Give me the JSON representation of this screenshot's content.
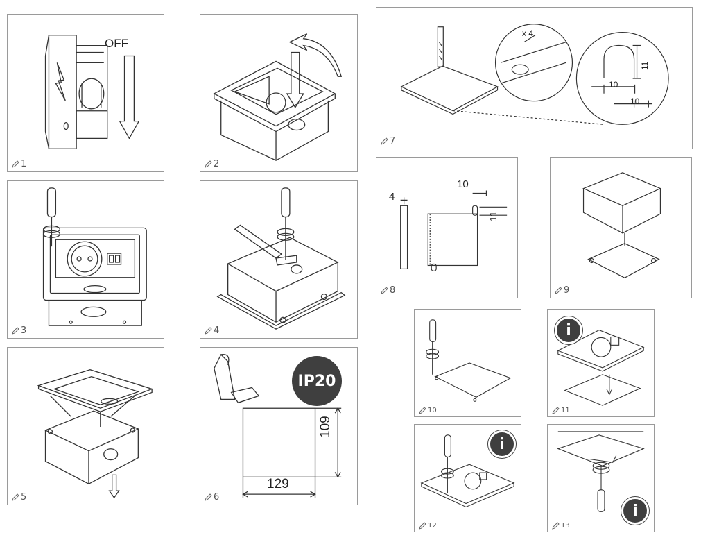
{
  "steps": [
    {
      "number": "1",
      "label": "OFF"
    },
    {
      "number": "2"
    },
    {
      "number": "3"
    },
    {
      "number": "4"
    },
    {
      "number": "5"
    },
    {
      "number": "6",
      "badge": "IP20",
      "dim_height": "109",
      "dim_width": "129"
    },
    {
      "number": "7",
      "callout": "x 4",
      "dim_a": "11",
      "dim_b": "10",
      "dim_c": "10"
    },
    {
      "number": "8",
      "dim_thickness": "4",
      "dim_offset": "10",
      "dim_slot": "11"
    },
    {
      "number": "9"
    },
    {
      "number": "10"
    },
    {
      "number": "11",
      "info": "i"
    },
    {
      "number": "12",
      "info": "i"
    },
    {
      "number": "13",
      "info": "i"
    }
  ],
  "colors": {
    "line": "#333333",
    "badge": "#3f3f3f",
    "border": "#9a9a9a"
  },
  "icons": {
    "step_marker": "pencil-icon",
    "note": "info-icon"
  }
}
